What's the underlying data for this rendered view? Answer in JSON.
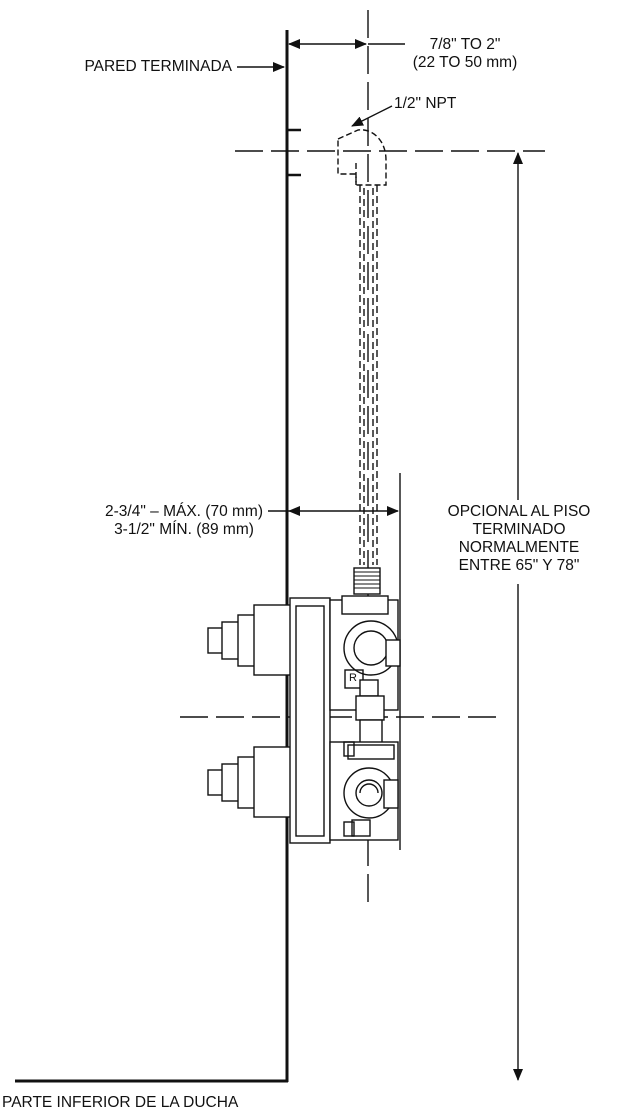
{
  "labels": {
    "finished_wall": "PARED TERMINADA",
    "offset_line1": "7/8\" TO 2\"",
    "offset_line2": "(22 TO 50 mm)",
    "npt": "1/2\"  NPT",
    "depth_line1": "2-3/4\" – MÁX. (70 mm)",
    "depth_line2": "3-1/2\" MÍN. (89 mm)",
    "height_line1": "OPCIONAL AL PISO",
    "height_line2": "TERMINADO",
    "height_line3": "NORMALMENTE",
    "height_line4": "ENTRE 65\" Y 78\"",
    "shower_bottom": "PARTE INFERIOR DE LA DUCHA",
    "valve_port_mark": "R"
  }
}
